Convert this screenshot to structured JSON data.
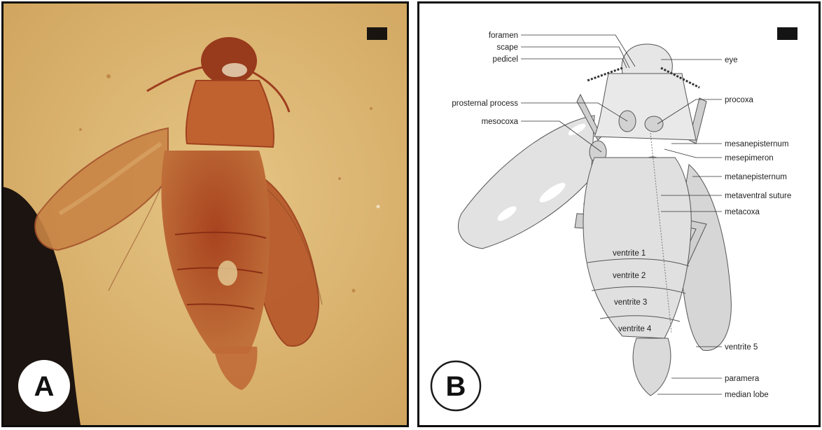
{
  "panel_a": {
    "badge": "A",
    "badge_bg": "#ffffff",
    "badge_text_color": "#111111",
    "matrix_color": "#d9b46e",
    "fossil_color": "#b5532a"
  },
  "panel_b": {
    "badge": "B",
    "badge_bg": "#ffffff",
    "badge_border": "#1a1a1a",
    "labels": {
      "foramen": "foramen",
      "scape": "scape",
      "pedicel": "pedicel",
      "eye": "eye",
      "prosternal_process": "prosternal process",
      "procoxa": "procoxa",
      "mesocoxa": "mesocoxa",
      "mesanepisternum": "mesanepisternum",
      "mesepimeron": "mesepimeron",
      "metanepisternum": "metanepisternum",
      "metaventral_suture": "metaventral suture",
      "metacoxa": "metacoxa",
      "ventrite_1": "ventrite 1",
      "ventrite_2": "ventrite 2",
      "ventrite_3": "ventrite 3",
      "ventrite_4": "ventrite 4",
      "ventrite_5": "ventrite 5",
      "paramera": "paramera",
      "median_lobe": "median lobe"
    }
  }
}
